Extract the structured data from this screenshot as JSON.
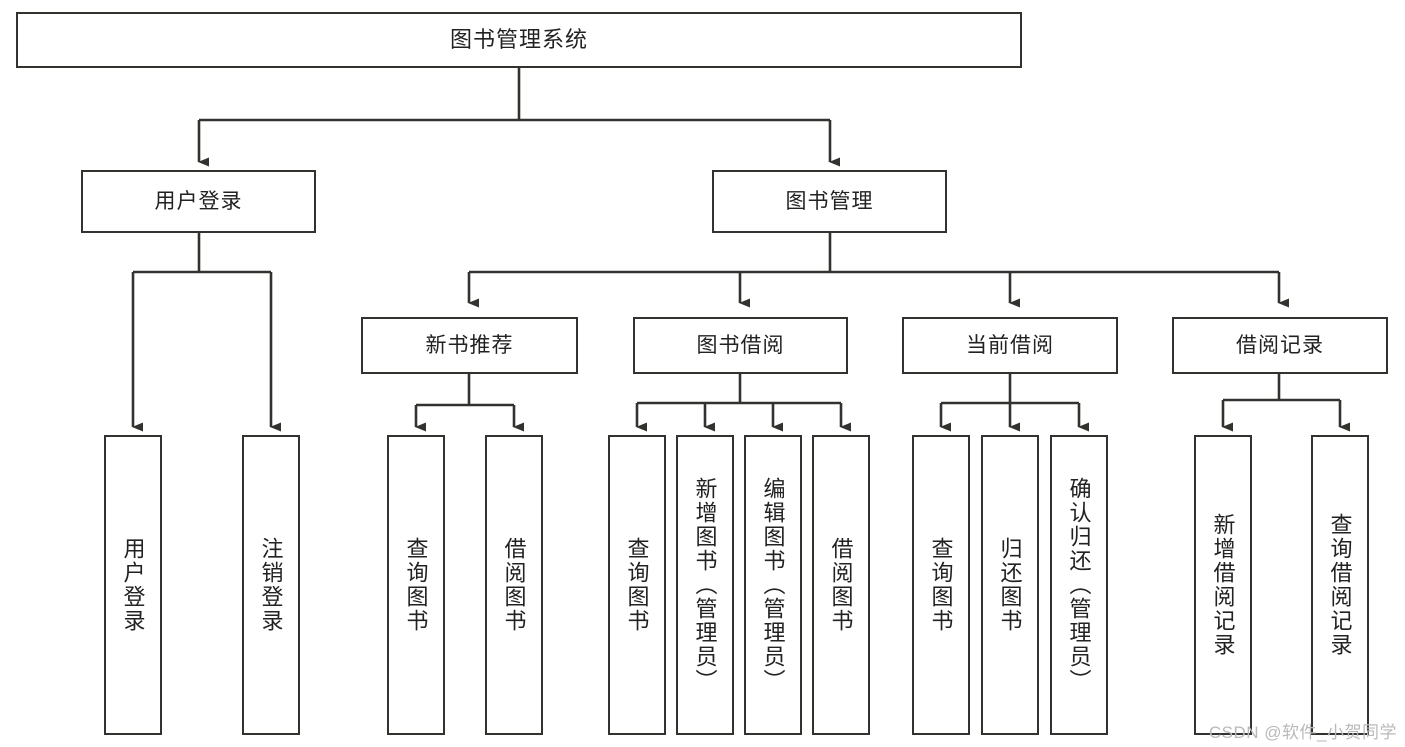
{
  "diagram": {
    "title": "图书管理系统",
    "type": "功能结构图",
    "edge_color": "#33322f",
    "box_border_color": "#33322f",
    "box_fill_color": "#ffffff",
    "background_color": "#ffffff",
    "root": {
      "label": "图书管理系统"
    },
    "level2": [
      {
        "label": "用户登录"
      },
      {
        "label": "图书管理"
      }
    ],
    "level3": [
      {
        "label": "新书推荐"
      },
      {
        "label": "图书借阅"
      },
      {
        "label": "当前借阅"
      },
      {
        "label": "借阅记录"
      }
    ],
    "leaves": {
      "user_login": [
        {
          "label": "用户登录"
        },
        {
          "label": "注销登录"
        }
      ],
      "new_book_recommend": [
        {
          "label": "查询图书"
        },
        {
          "label": "借阅图书"
        }
      ],
      "book_borrow": [
        {
          "label": "查询图书"
        },
        {
          "label": "新增图书（管理员）"
        },
        {
          "label": "编辑图书（管理员）"
        },
        {
          "label": "借阅图书"
        }
      ],
      "current_borrow": [
        {
          "label": "查询图书"
        },
        {
          "label": "归还图书"
        },
        {
          "label": "确认归还（管理员）"
        }
      ],
      "borrow_record": [
        {
          "label": "新增借阅记录"
        },
        {
          "label": "查询借阅记录"
        }
      ]
    }
  },
  "watermark": {
    "text": "CSDN @软件_小贺同学"
  }
}
